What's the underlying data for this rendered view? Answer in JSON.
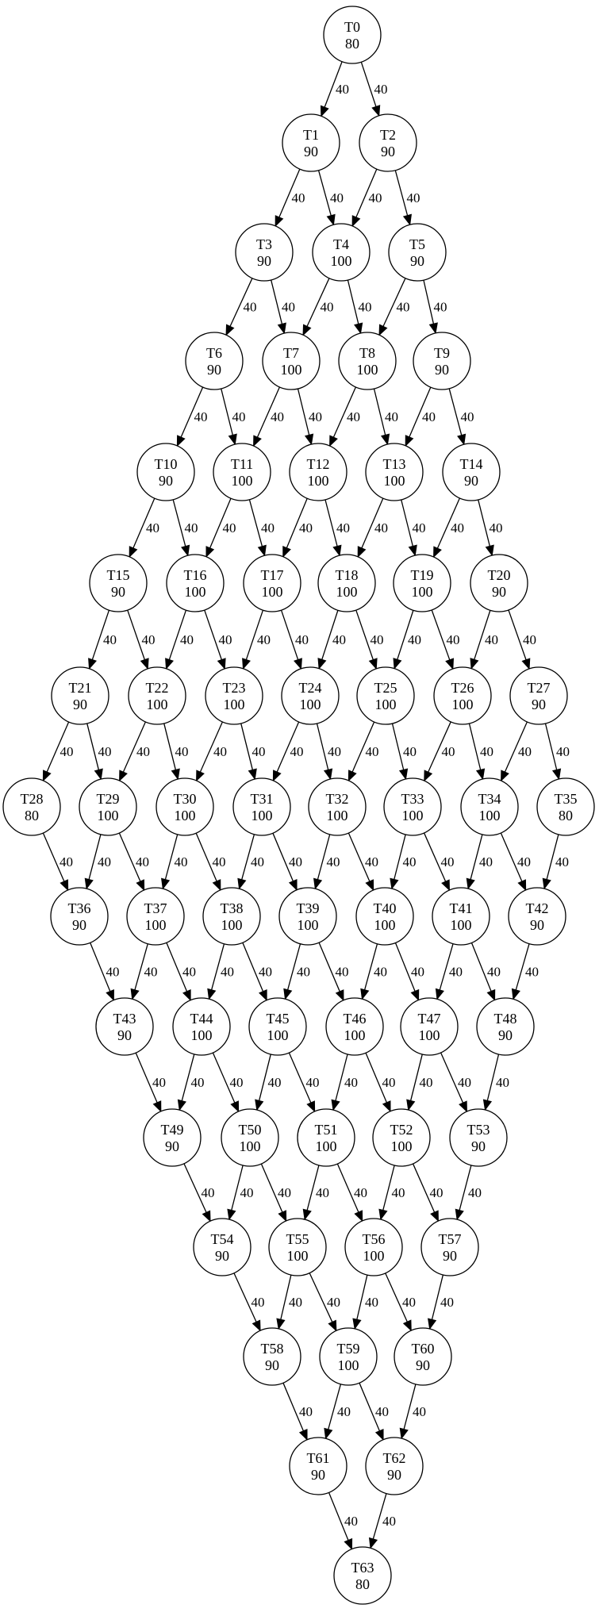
{
  "graph": {
    "nodes": [
      {
        "id": "T0",
        "weight": "80"
      },
      {
        "id": "T1",
        "weight": "90"
      },
      {
        "id": "T2",
        "weight": "90"
      },
      {
        "id": "T3",
        "weight": "90"
      },
      {
        "id": "T4",
        "weight": "100"
      },
      {
        "id": "T5",
        "weight": "90"
      },
      {
        "id": "T6",
        "weight": "90"
      },
      {
        "id": "T7",
        "weight": "100"
      },
      {
        "id": "T8",
        "weight": "100"
      },
      {
        "id": "T9",
        "weight": "90"
      },
      {
        "id": "T10",
        "weight": "90"
      },
      {
        "id": "T11",
        "weight": "100"
      },
      {
        "id": "T12",
        "weight": "100"
      },
      {
        "id": "T13",
        "weight": "100"
      },
      {
        "id": "T14",
        "weight": "90"
      },
      {
        "id": "T15",
        "weight": "90"
      },
      {
        "id": "T16",
        "weight": "100"
      },
      {
        "id": "T17",
        "weight": "100"
      },
      {
        "id": "T18",
        "weight": "100"
      },
      {
        "id": "T19",
        "weight": "100"
      },
      {
        "id": "T20",
        "weight": "90"
      },
      {
        "id": "T21",
        "weight": "90"
      },
      {
        "id": "T22",
        "weight": "100"
      },
      {
        "id": "T23",
        "weight": "100"
      },
      {
        "id": "T24",
        "weight": "100"
      },
      {
        "id": "T25",
        "weight": "100"
      },
      {
        "id": "T26",
        "weight": "100"
      },
      {
        "id": "T27",
        "weight": "90"
      },
      {
        "id": "T28",
        "weight": "80"
      },
      {
        "id": "T29",
        "weight": "100"
      },
      {
        "id": "T30",
        "weight": "100"
      },
      {
        "id": "T31",
        "weight": "100"
      },
      {
        "id": "T32",
        "weight": "100"
      },
      {
        "id": "T33",
        "weight": "100"
      },
      {
        "id": "T34",
        "weight": "100"
      },
      {
        "id": "T35",
        "weight": "80"
      },
      {
        "id": "T36",
        "weight": "90"
      },
      {
        "id": "T37",
        "weight": "100"
      },
      {
        "id": "T38",
        "weight": "100"
      },
      {
        "id": "T39",
        "weight": "100"
      },
      {
        "id": "T40",
        "weight": "100"
      },
      {
        "id": "T41",
        "weight": "100"
      },
      {
        "id": "T42",
        "weight": "90"
      },
      {
        "id": "T43",
        "weight": "90"
      },
      {
        "id": "T44",
        "weight": "100"
      },
      {
        "id": "T45",
        "weight": "100"
      },
      {
        "id": "T46",
        "weight": "100"
      },
      {
        "id": "T47",
        "weight": "100"
      },
      {
        "id": "T48",
        "weight": "90"
      },
      {
        "id": "T49",
        "weight": "90"
      },
      {
        "id": "T50",
        "weight": "100"
      },
      {
        "id": "T51",
        "weight": "100"
      },
      {
        "id": "T52",
        "weight": "100"
      },
      {
        "id": "T53",
        "weight": "90"
      },
      {
        "id": "T54",
        "weight": "90"
      },
      {
        "id": "T55",
        "weight": "100"
      },
      {
        "id": "T56",
        "weight": "100"
      },
      {
        "id": "T57",
        "weight": "90"
      },
      {
        "id": "T58",
        "weight": "90"
      },
      {
        "id": "T59",
        "weight": "100"
      },
      {
        "id": "T60",
        "weight": "90"
      },
      {
        "id": "T61",
        "weight": "90"
      },
      {
        "id": "T62",
        "weight": "90"
      },
      {
        "id": "T63",
        "weight": "80"
      }
    ],
    "edges": [
      [
        "T0",
        "T1",
        "40"
      ],
      [
        "T0",
        "T2",
        "40"
      ],
      [
        "T1",
        "T3",
        "40"
      ],
      [
        "T1",
        "T4",
        "40"
      ],
      [
        "T2",
        "T4",
        "40"
      ],
      [
        "T2",
        "T5",
        "40"
      ],
      [
        "T3",
        "T6",
        "40"
      ],
      [
        "T3",
        "T7",
        "40"
      ],
      [
        "T4",
        "T7",
        "40"
      ],
      [
        "T4",
        "T8",
        "40"
      ],
      [
        "T5",
        "T8",
        "40"
      ],
      [
        "T5",
        "T9",
        "40"
      ],
      [
        "T6",
        "T10",
        "40"
      ],
      [
        "T6",
        "T11",
        "40"
      ],
      [
        "T7",
        "T11",
        "40"
      ],
      [
        "T7",
        "T12",
        "40"
      ],
      [
        "T8",
        "T12",
        "40"
      ],
      [
        "T8",
        "T13",
        "40"
      ],
      [
        "T9",
        "T13",
        "40"
      ],
      [
        "T9",
        "T14",
        "40"
      ],
      [
        "T10",
        "T15",
        "40"
      ],
      [
        "T10",
        "T16",
        "40"
      ],
      [
        "T11",
        "T16",
        "40"
      ],
      [
        "T11",
        "T17",
        "40"
      ],
      [
        "T12",
        "T17",
        "40"
      ],
      [
        "T12",
        "T18",
        "40"
      ],
      [
        "T13",
        "T18",
        "40"
      ],
      [
        "T13",
        "T19",
        "40"
      ],
      [
        "T14",
        "T19",
        "40"
      ],
      [
        "T14",
        "T20",
        "40"
      ],
      [
        "T15",
        "T21",
        "40"
      ],
      [
        "T15",
        "T22",
        "40"
      ],
      [
        "T16",
        "T22",
        "40"
      ],
      [
        "T16",
        "T23",
        "40"
      ],
      [
        "T17",
        "T23",
        "40"
      ],
      [
        "T17",
        "T24",
        "40"
      ],
      [
        "T18",
        "T24",
        "40"
      ],
      [
        "T18",
        "T25",
        "40"
      ],
      [
        "T19",
        "T25",
        "40"
      ],
      [
        "T19",
        "T26",
        "40"
      ],
      [
        "T20",
        "T26",
        "40"
      ],
      [
        "T20",
        "T27",
        "40"
      ],
      [
        "T21",
        "T28",
        "40"
      ],
      [
        "T21",
        "T29",
        "40"
      ],
      [
        "T22",
        "T29",
        "40"
      ],
      [
        "T22",
        "T30",
        "40"
      ],
      [
        "T23",
        "T30",
        "40"
      ],
      [
        "T23",
        "T31",
        "40"
      ],
      [
        "T24",
        "T31",
        "40"
      ],
      [
        "T24",
        "T32",
        "40"
      ],
      [
        "T25",
        "T32",
        "40"
      ],
      [
        "T25",
        "T33",
        "40"
      ],
      [
        "T26",
        "T33",
        "40"
      ],
      [
        "T26",
        "T34",
        "40"
      ],
      [
        "T27",
        "T34",
        "40"
      ],
      [
        "T27",
        "T35",
        "40"
      ],
      [
        "T28",
        "T36",
        "40"
      ],
      [
        "T29",
        "T36",
        "40"
      ],
      [
        "T29",
        "T37",
        "40"
      ],
      [
        "T30",
        "T37",
        "40"
      ],
      [
        "T30",
        "T38",
        "40"
      ],
      [
        "T31",
        "T38",
        "40"
      ],
      [
        "T31",
        "T39",
        "40"
      ],
      [
        "T32",
        "T39",
        "40"
      ],
      [
        "T32",
        "T40",
        "40"
      ],
      [
        "T33",
        "T40",
        "40"
      ],
      [
        "T33",
        "T41",
        "40"
      ],
      [
        "T34",
        "T41",
        "40"
      ],
      [
        "T34",
        "T42",
        "40"
      ],
      [
        "T35",
        "T42",
        "40"
      ],
      [
        "T36",
        "T43",
        "40"
      ],
      [
        "T37",
        "T43",
        "40"
      ],
      [
        "T37",
        "T44",
        "40"
      ],
      [
        "T38",
        "T44",
        "40"
      ],
      [
        "T38",
        "T45",
        "40"
      ],
      [
        "T39",
        "T45",
        "40"
      ],
      [
        "T39",
        "T46",
        "40"
      ],
      [
        "T40",
        "T46",
        "40"
      ],
      [
        "T40",
        "T47",
        "40"
      ],
      [
        "T41",
        "T47",
        "40"
      ],
      [
        "T41",
        "T48",
        "40"
      ],
      [
        "T42",
        "T48",
        "40"
      ],
      [
        "T43",
        "T49",
        "40"
      ],
      [
        "T44",
        "T49",
        "40"
      ],
      [
        "T44",
        "T50",
        "40"
      ],
      [
        "T45",
        "T50",
        "40"
      ],
      [
        "T45",
        "T51",
        "40"
      ],
      [
        "T46",
        "T51",
        "40"
      ],
      [
        "T46",
        "T52",
        "40"
      ],
      [
        "T47",
        "T52",
        "40"
      ],
      [
        "T47",
        "T53",
        "40"
      ],
      [
        "T48",
        "T53",
        "40"
      ],
      [
        "T49",
        "T54",
        "40"
      ],
      [
        "T50",
        "T54",
        "40"
      ],
      [
        "T50",
        "T55",
        "40"
      ],
      [
        "T51",
        "T55",
        "40"
      ],
      [
        "T51",
        "T56",
        "40"
      ],
      [
        "T52",
        "T56",
        "40"
      ],
      [
        "T52",
        "T57",
        "40"
      ],
      [
        "T53",
        "T57",
        "40"
      ],
      [
        "T54",
        "T58",
        "40"
      ],
      [
        "T55",
        "T58",
        "40"
      ],
      [
        "T55",
        "T59",
        "40"
      ],
      [
        "T56",
        "T59",
        "40"
      ],
      [
        "T56",
        "T60",
        "40"
      ],
      [
        "T57",
        "T60",
        "40"
      ],
      [
        "T58",
        "T61",
        "40"
      ],
      [
        "T59",
        "T61",
        "40"
      ],
      [
        "T59",
        "T62",
        "40"
      ],
      [
        "T60",
        "T62",
        "40"
      ],
      [
        "T61",
        "T63",
        "40"
      ],
      [
        "T62",
        "T63",
        "40"
      ]
    ]
  }
}
